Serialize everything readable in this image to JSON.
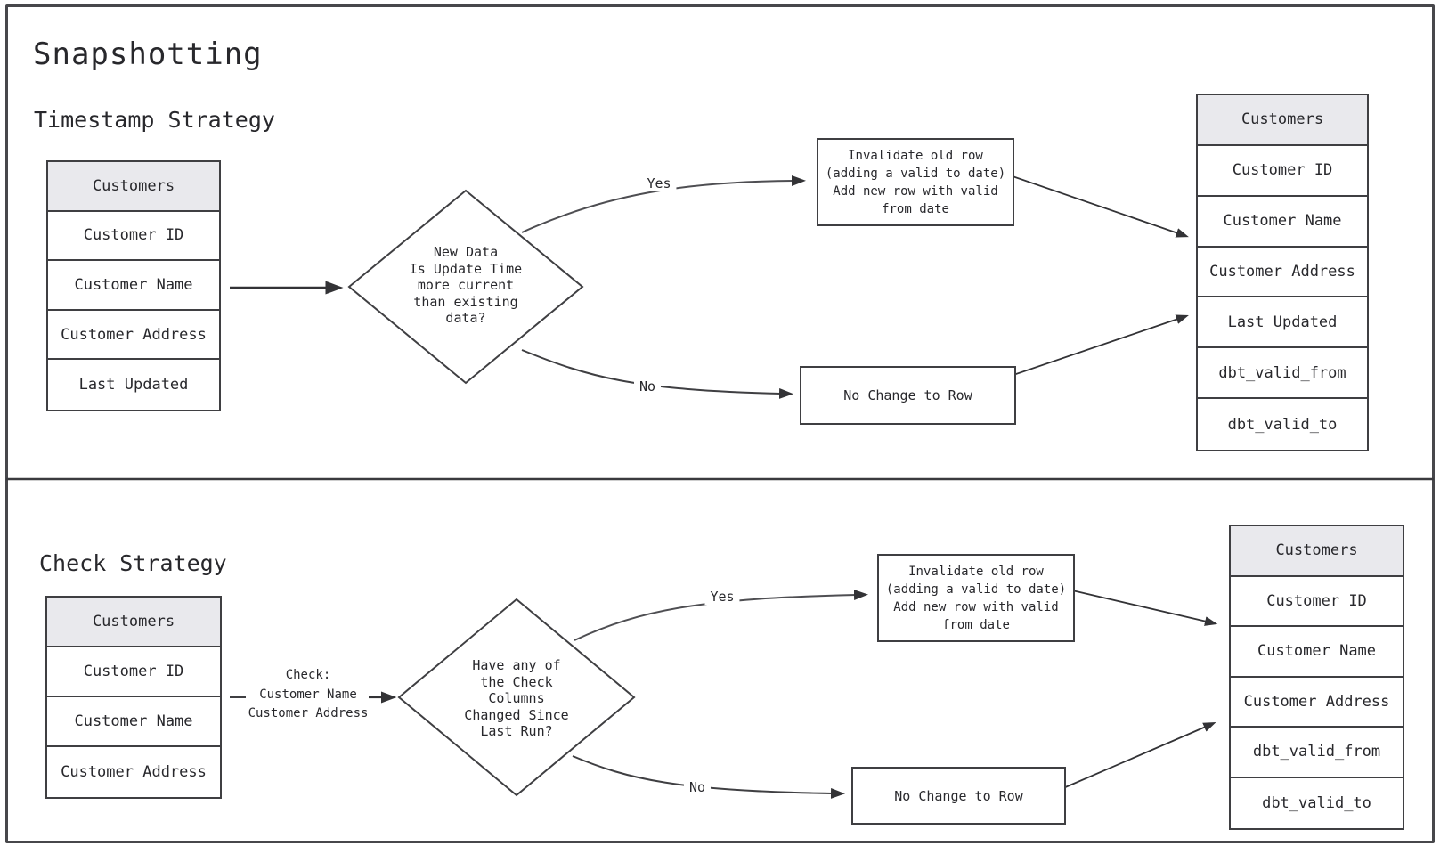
{
  "title": "Snapshotting",
  "timestamp_strategy": {
    "heading": "Timestamp Strategy",
    "source_table": {
      "title": "Customers",
      "rows": [
        "Customer ID",
        "Customer Name",
        "Customer Address",
        "Last Updated"
      ]
    },
    "decision": "New Data\nIs Update Time\nmore current\nthan existing\ndata?",
    "yes_label": "Yes",
    "no_label": "No",
    "invalidate_box": "Invalidate old row\n(adding a valid to date)\nAdd new row with valid\nfrom date",
    "no_change_box": "No Change to Row",
    "target_table": {
      "title": "Customers",
      "rows": [
        "Customer ID",
        "Customer Name",
        "Customer Address",
        "Last Updated",
        "dbt_valid_from",
        "dbt_valid_to"
      ]
    }
  },
  "check_strategy": {
    "heading": "Check Strategy",
    "source_table": {
      "title": "Customers",
      "rows": [
        "Customer ID",
        "Customer Name",
        "Customer Address"
      ]
    },
    "check_label": "Check:\nCustomer Name\nCustomer Address",
    "decision": "Have any of\nthe Check\nColumns\nChanged Since\nLast Run?",
    "yes_label": "Yes",
    "no_label": "No",
    "invalidate_box": "Invalidate old row\n(adding a valid to date)\nAdd new row with valid\nfrom date",
    "no_change_box": "No Change to Row",
    "target_table": {
      "title": "Customers",
      "rows": [
        "Customer ID",
        "Customer Name",
        "Customer Address",
        "dbt_valid_from",
        "dbt_valid_to"
      ]
    }
  },
  "colors": {
    "stroke": "#3f3f42",
    "header_fill": "#e9e9ed",
    "text": "#28282c"
  }
}
